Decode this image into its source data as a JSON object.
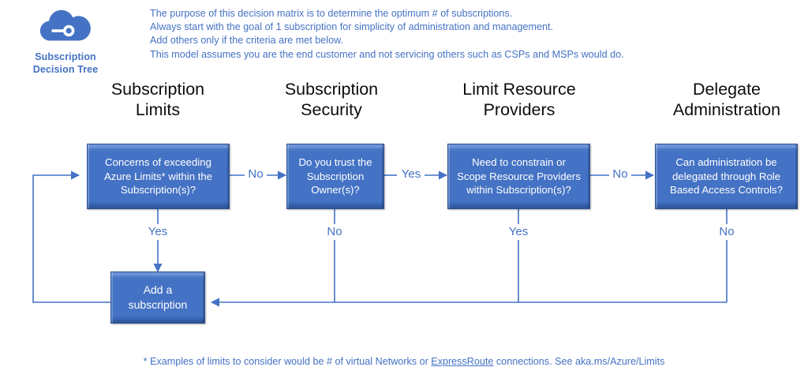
{
  "logo": {
    "icon": "azure-subscription-cloud-icon",
    "caption_line1": "Subscription",
    "caption_line2": "Decision Tree",
    "color": "#4472C4"
  },
  "intro": {
    "line1": "The purpose of this decision matrix is to determine the optimum # of subscriptions.",
    "line2": "Always start with the goal of 1 subscription for simplicity of administration and management.",
    "line3": "Add others only if the criteria are met below.",
    "line4": "This model assumes you are the end customer and not servicing others such as CSPs and MSPs would do."
  },
  "columns": [
    {
      "line1": "Subscription",
      "line2": "Limits"
    },
    {
      "line1": "Subscription",
      "line2": "Security"
    },
    {
      "line1": "Limit Resource",
      "line2": "Providers"
    },
    {
      "line1": "Delegate",
      "line2": "Administration"
    }
  ],
  "nodes": {
    "limits": {
      "line1": "Concerns of exceeding",
      "line2": "Azure Limits* within the",
      "line3": "Subscription(s)?"
    },
    "security": {
      "line1": "Do you trust the",
      "line2": "Subscription",
      "line3": "Owner(s)?"
    },
    "providers": {
      "line1": "Need to constrain or",
      "line2": "Scope Resource Providers",
      "line3": "within Subscription(s)?"
    },
    "delegate": {
      "line1": "Can administration be",
      "line2": "delegated through Role",
      "line3": "Based Access Controls?"
    },
    "add_subscription": {
      "line1": "Add a",
      "line2": "subscription"
    }
  },
  "edges": {
    "limits_to_security": "No",
    "security_to_providers": "Yes",
    "providers_to_delegate": "No",
    "limits_down": "Yes",
    "security_down": "No",
    "providers_down": "Yes",
    "delegate_down": "No"
  },
  "footnote": {
    "part1": "* Examples of limits to consider would be # of virtual Networks or ",
    "link": "ExpressRoute",
    "part2": " connections.  See aka.ms/Azure/Limits"
  },
  "colors": {
    "accent": "#4472C4",
    "box_fill": "#4472C4",
    "box_border": "#2F528F",
    "box_text": "#FFFFFF",
    "title_text": "#0D0D0D",
    "background": "#FFFFFF"
  }
}
